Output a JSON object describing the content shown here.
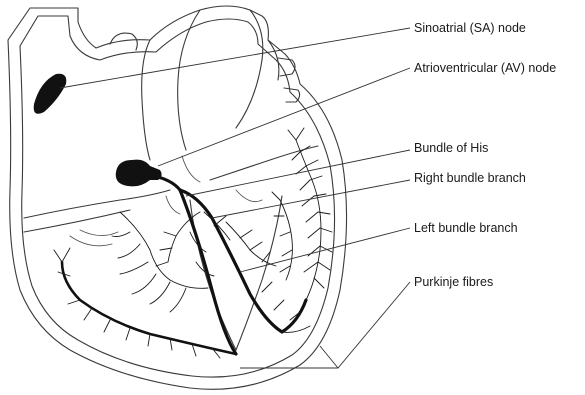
{
  "labels": {
    "sa_node": "Sinoatrial (SA) node",
    "av_node": "Atrioventricular (AV) node",
    "bundle_his": "Bundle of His",
    "right_branch": "Right bundle branch",
    "left_branch": "Left bundle branch",
    "purkinje": "Purkinje fibres"
  }
}
